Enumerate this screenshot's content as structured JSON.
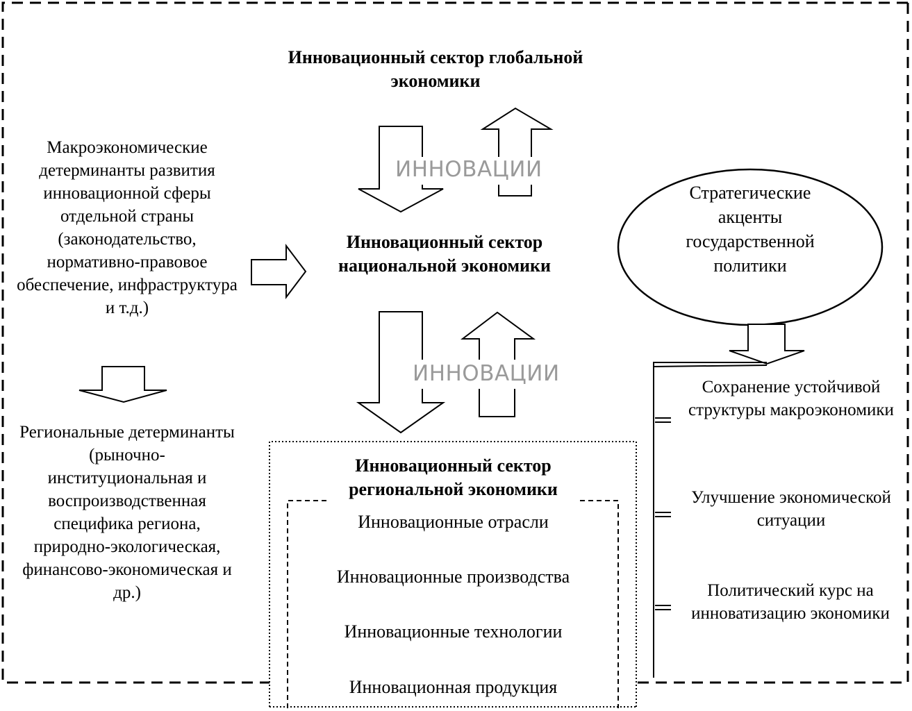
{
  "global_sector": "Инновационный сектор глобальной экономики",
  "national_sector": "Инновационный сектор национальной экономики",
  "regional_sector": "Инновационный сектор региональной экономики",
  "innovations_label": "ИННОВАЦИИ",
  "macro_determinants": "Макроэкономические детерминанты развития инновационной сферы отдельной страны (законодательство, нормативно-правовое обеспечение, инфраструктура и т.д.)",
  "regional_determinants": "Региональные детерминанты (рыночно-институциональная и воспроизводственная специфика региона, природно-экологическая, финансово-экономическая и др.)",
  "strategic_accents": "Стратегические акценты государственной политики",
  "regional_items": [
    "Инновационные отрасли",
    "Инновационные производства",
    "Инновационные технологии",
    "Инновационная продукция"
  ],
  "policy_items": [
    "Сохранение устойчивой структуры макроэкономики",
    "Улучшение экономической ситуации",
    "Политический курс на инноватизацию экономики"
  ]
}
